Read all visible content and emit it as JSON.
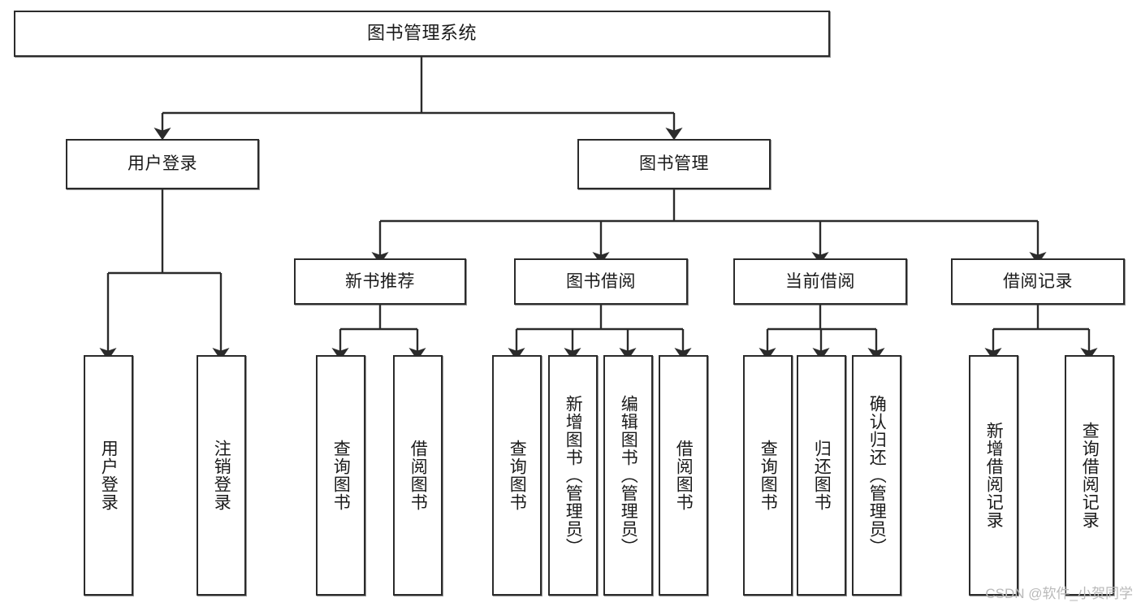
{
  "diagram": {
    "title": "图书管理系统",
    "type": "tree-hierarchy-diagram",
    "colors": {
      "box_border": "#2b2b2b",
      "box_fill": "#ffffff",
      "connector": "#2b2b2b",
      "watermark": "#b9b9b9"
    },
    "nodes": {
      "root": {
        "label": "图书管理系统"
      },
      "level1": [
        {
          "id": "user-login",
          "label": "用户登录"
        },
        {
          "id": "book-manage",
          "label": "图书管理"
        }
      ],
      "level2": [
        {
          "id": "new-book-recommend",
          "label": "新书推荐"
        },
        {
          "id": "book-borrow",
          "label": "图书借阅"
        },
        {
          "id": "current-borrow",
          "label": "当前借阅"
        },
        {
          "id": "borrow-record",
          "label": "借阅记录"
        }
      ],
      "leaves": {
        "user-login": [
          {
            "id": "leaf-user-login",
            "label": "用户登录"
          },
          {
            "id": "leaf-logout",
            "label": "注销登录"
          }
        ],
        "new-book-recommend": [
          {
            "id": "leaf-query-book-1",
            "label": "查询图书"
          },
          {
            "id": "leaf-borrow-book-1",
            "label": "借阅图书"
          }
        ],
        "book-borrow": [
          {
            "id": "leaf-query-book-2",
            "label": "查询图书"
          },
          {
            "id": "leaf-add-book",
            "label": "新增图书（管理员）"
          },
          {
            "id": "leaf-edit-book",
            "label": "编辑图书（管理员）"
          },
          {
            "id": "leaf-borrow-book-2",
            "label": "借阅图书"
          }
        ],
        "current-borrow": [
          {
            "id": "leaf-query-book-3",
            "label": "查询图书"
          },
          {
            "id": "leaf-return-book",
            "label": "归还图书"
          },
          {
            "id": "leaf-confirm-return",
            "label": "确认归还（管理员）"
          }
        ],
        "borrow-record": [
          {
            "id": "leaf-add-record",
            "label": "新增借阅记录"
          },
          {
            "id": "leaf-query-record",
            "label": "查询借阅记录"
          }
        ]
      }
    },
    "watermark": "CSDN @软件_小贺同学"
  }
}
